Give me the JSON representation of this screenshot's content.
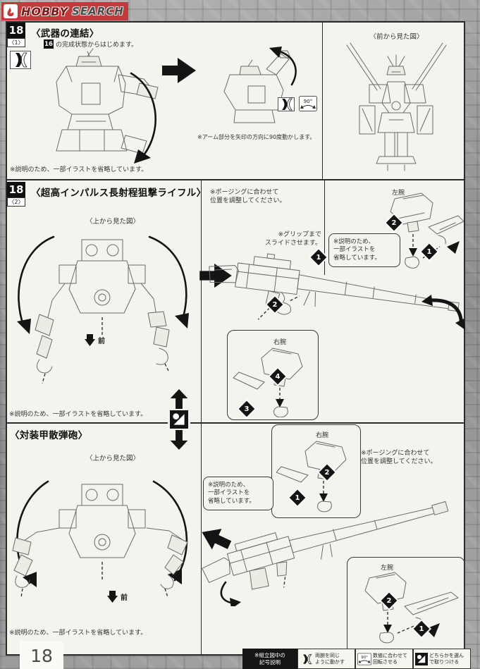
{
  "watermark": {
    "brand_1": "HOBBY",
    "brand_2": "SEARCH"
  },
  "page_number": "18",
  "icons": {
    "rotate_label": "90°"
  },
  "markers": {
    "m1": "1",
    "m2": "2",
    "m3": "3",
    "m4": "4"
  },
  "section1": {
    "step": "18",
    "substep": "〈1〉",
    "title": "〈武器の連結〉",
    "intro_ref": "16",
    "intro_text": "の完成状態からはじめます。",
    "note_arm": "※アーム部分を矢印の方向に90度動かします。",
    "note_omit": "※説明のため、一部イラストを省略しています。",
    "front_view_label": "〈前から見た図〉"
  },
  "section2": {
    "step": "18",
    "substep": "〈2〉",
    "title": "〈超高インパルス長射程狙撃ライフル〉",
    "top_view_label": "〈上から見た図〉",
    "front_label": "前",
    "note_posing": "※ポージングに合わせて\n位置を調整してください。",
    "note_grip": "※グリップまで\nスライドさせます。",
    "note_omit_box": "※説明のため、\n一部イラストを\n省略しています。",
    "note_omit": "※説明のため、一部イラストを省略しています。",
    "left_arm_label": "左腕",
    "right_arm_label": "右腕"
  },
  "section3": {
    "title": "〈対装甲散弾砲〉",
    "top_view_label": "〈上から見た図〉",
    "front_label": "前",
    "note_posing": "※ポージングに合わせて\n位置を調整してください。",
    "note_omit_box": "※説明のため、\n一部イラストを\n省略しています。",
    "note_omit": "※説明のため、一部イラストを省略しています。",
    "left_arm_label": "左腕",
    "right_arm_label": "右腕"
  },
  "legend": {
    "header": "※組立図中の\n記号説明",
    "items": [
      {
        "icon": "move-both-icon",
        "label": "両腕を同じ\nように動かす"
      },
      {
        "icon": "rotate-90-icon",
        "label": "数値に合わせて\n回転させる"
      },
      {
        "icon": "select-one-icon",
        "label": "どちらかを選ん\nで取りつける"
      }
    ]
  }
}
